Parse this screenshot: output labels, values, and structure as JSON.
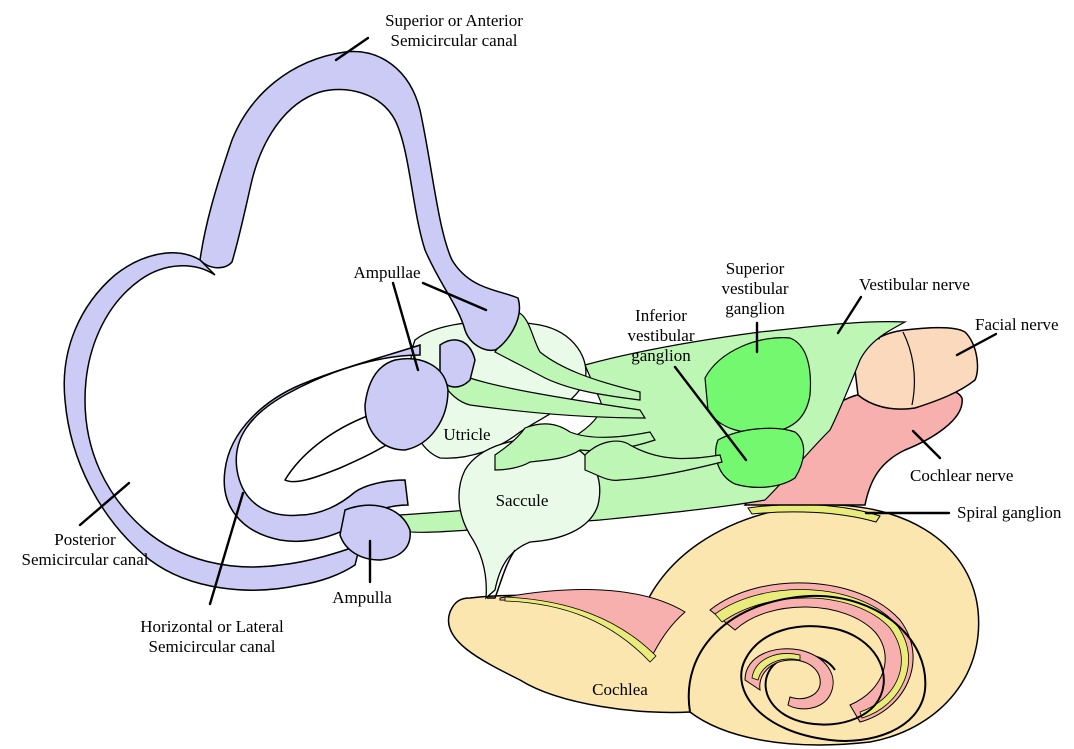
{
  "colors": {
    "canal": "#cccbf5",
    "vestibule": "#e9fbe8",
    "nerve": "#bdf6b5",
    "ganglion": "#73f870",
    "facial": "#fbd9bd",
    "cochlear_nerve": "#f7b0ae",
    "cochlea": "#fbe6b0",
    "spiral": "#e9ec7a",
    "outline": "#000000"
  },
  "labels": {
    "superior_canal": [
      "Superior or Anterior",
      "Semicircular canal"
    ],
    "ampullae": "Ampullae",
    "superior_ganglion": [
      "Superior",
      "vestibular",
      "ganglion"
    ],
    "vestibular_nerve": "Vestibular nerve",
    "facial_nerve": "Facial nerve",
    "inferior_ganglion": [
      "Inferior",
      "vestibular",
      "ganglion"
    ],
    "utricle": "Utricle",
    "saccule": "Saccule",
    "cochlear_nerve": "Cochlear nerve",
    "spiral_ganglion": "Spiral ganglion",
    "posterior_canal": [
      "Posterior",
      "Semicircular canal"
    ],
    "ampulla": "Ampulla",
    "horizontal_canal": [
      "Horizontal or Lateral",
      "Semicircular canal"
    ],
    "cochlea": "Cochlea"
  }
}
